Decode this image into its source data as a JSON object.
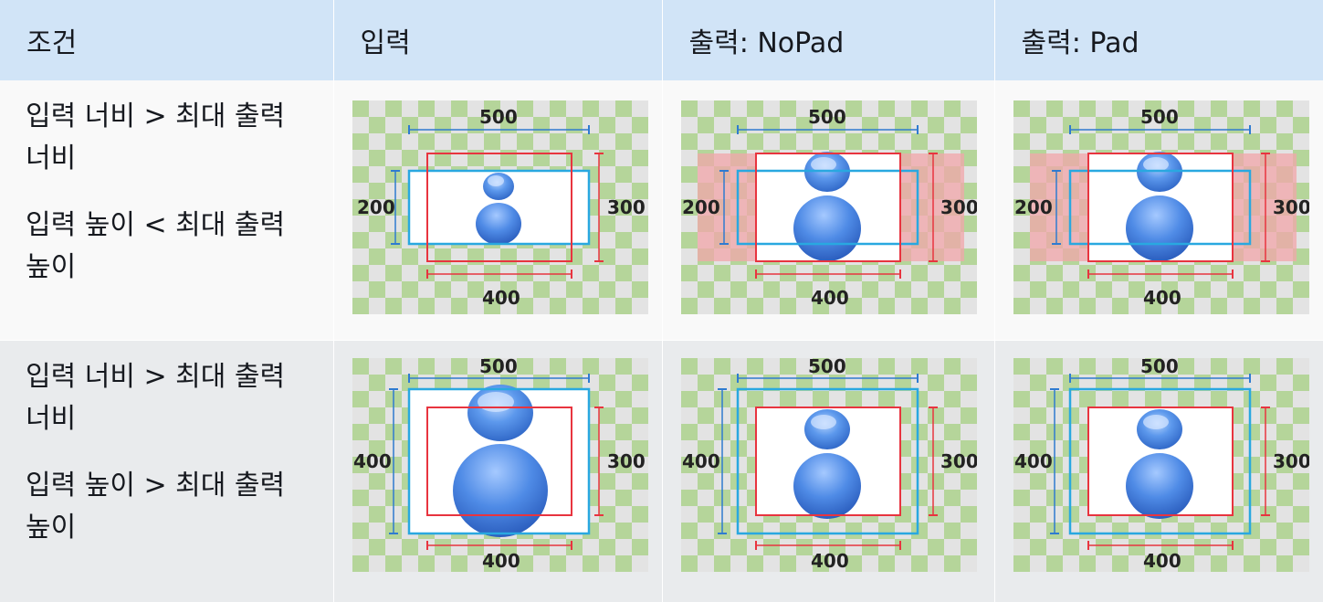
{
  "table": {
    "headers": [
      "조건",
      "입력",
      "출력: NoPad",
      "출력: Pad"
    ],
    "rows": [
      {
        "condition_line1": "입력 너비 > 최대 출력 너비",
        "condition_line2": "입력 높이 < 최대 출력 높이",
        "figures": [
          {
            "top": "500",
            "left": "200",
            "right": "300",
            "bottom": "400"
          },
          {
            "top": "500",
            "left": "200",
            "right": "300",
            "bottom": "400"
          },
          {
            "top": "500",
            "left": "200",
            "right": "300",
            "bottom": "400"
          }
        ]
      },
      {
        "condition_line1": "입력 너비 > 최대 출력 너비",
        "condition_line2": "입력 높이 > 최대 출력 높이",
        "figures": [
          {
            "top": "500",
            "left": "400",
            "right": "300",
            "bottom": "400"
          },
          {
            "top": "500",
            "left": "400",
            "right": "300",
            "bottom": "400"
          },
          {
            "top": "500",
            "left": "400",
            "right": "300",
            "bottom": "400"
          }
        ]
      }
    ]
  },
  "colors": {
    "header_bg": "#d1e4f7",
    "row1_bg": "#f9f9f9",
    "row2_bg": "#e9ebed",
    "checker_green": "#b5d59a",
    "checker_light": "#e3e3e3",
    "input_box": "#29a8e0",
    "output_box": "#e8343f",
    "padding_fill": "#f2a5aa",
    "avatar": "#4d8ee8"
  }
}
